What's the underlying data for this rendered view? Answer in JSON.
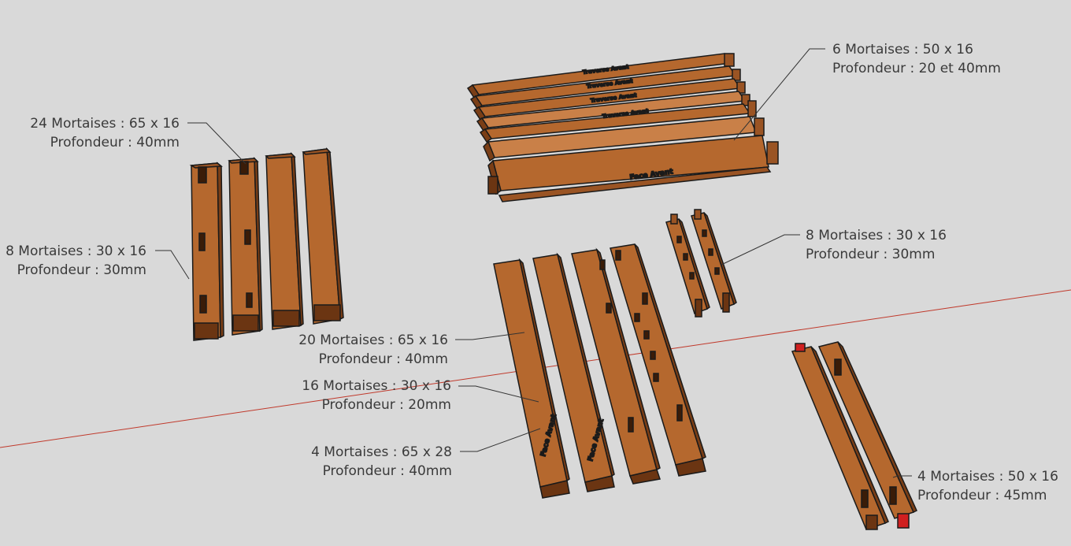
{
  "colors": {
    "background": "#d9d9d9",
    "wood_front": "#b5682e",
    "wood_light": "#c98048",
    "wood_side": "#7a3e16",
    "wood_top": "#9a5424",
    "outline": "#1a1a1a",
    "axis": "#c0392b",
    "label_text": "#3a3a3a",
    "leader": "#333333",
    "tenon_red": "#d02020"
  },
  "annotations": {
    "a1": {
      "line1": "24 Mortaises : 65 x 16",
      "line2": "Profondeur : 40mm"
    },
    "a2": {
      "line1": "8 Mortaises : 30 x 16",
      "line2": "Profondeur : 30mm"
    },
    "a3": {
      "line1": "6 Mortaises : 50 x 16",
      "line2": "Profondeur : 20 et 40mm"
    },
    "a4": {
      "line1": "8 Mortaises : 30 x 16",
      "line2": "Profondeur : 30mm"
    },
    "a5": {
      "line1": "20 Mortaises : 65 x 16",
      "line2": "Profondeur : 40mm"
    },
    "a6": {
      "line1": "16 Mortaises : 30 x 16",
      "line2": "Profondeur : 20mm"
    },
    "a7": {
      "line1": "4 Mortaises : 65 x 28",
      "line2": "Profondeur : 40mm"
    },
    "a8": {
      "line1": "4 Mortaises : 50 x 16",
      "line2": "Profondeur : 45mm"
    }
  },
  "engraving": {
    "face_avant": "Face Avant"
  }
}
